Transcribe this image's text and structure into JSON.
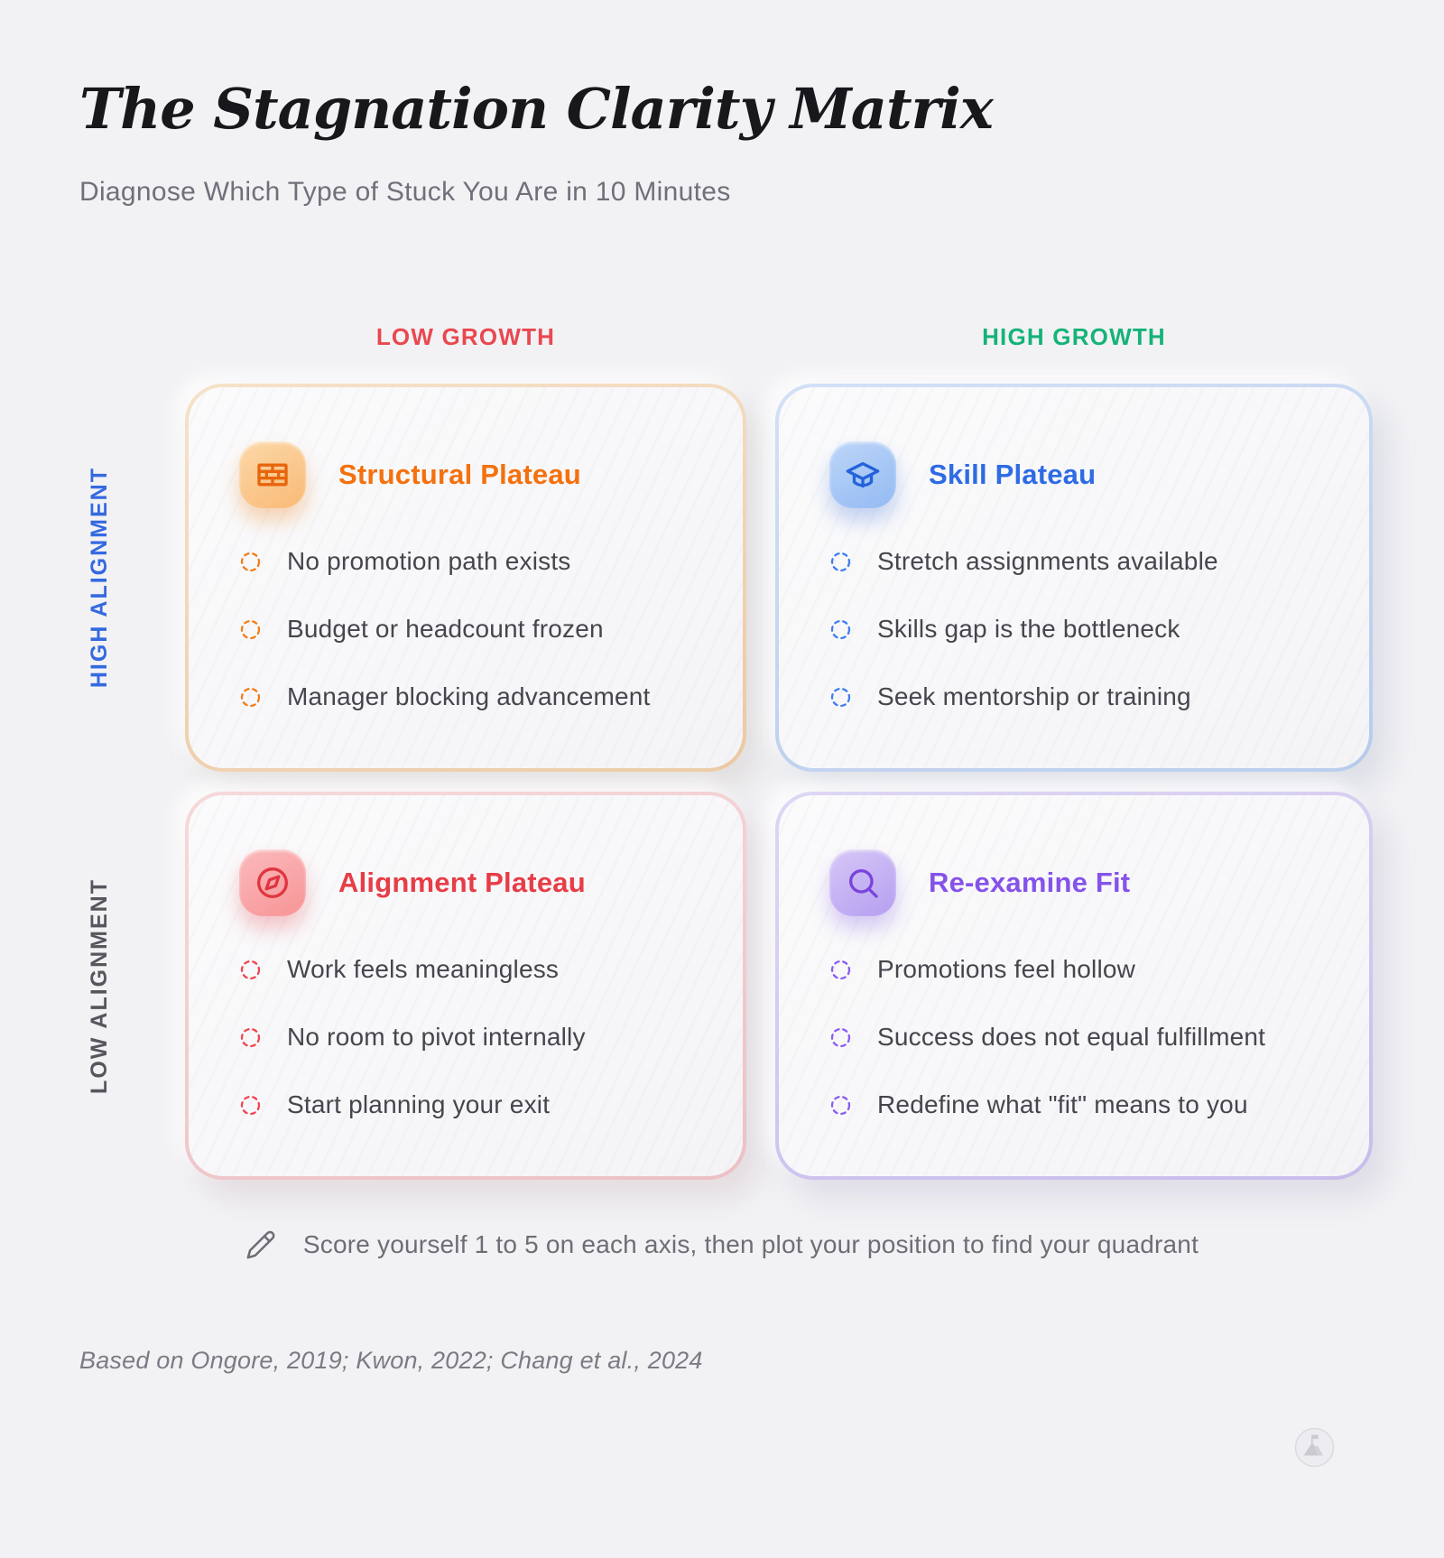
{
  "header": {
    "title": "The Stagnation Clarity Matrix",
    "subtitle": "Diagnose Which Type of Stuck You Are in 10 Minutes"
  },
  "axes": {
    "col_left": {
      "label": "LOW GROWTH",
      "color": "#e8494f"
    },
    "col_right": {
      "label": "HIGH GROWTH",
      "color": "#15b377"
    },
    "row_top": {
      "label": "HIGH ALIGNMENT",
      "color": "#3569e0"
    },
    "row_bottom": {
      "label": "LOW ALIGNMENT",
      "color": "#56565e"
    }
  },
  "quadrants": [
    {
      "title": "Structural Plateau",
      "icon": "brick-wall-icon",
      "accent": "#f4710d",
      "items": [
        "No promotion path exists",
        "Budget or headcount frozen",
        "Manager blocking advancement"
      ]
    },
    {
      "title": "Skill Plateau",
      "icon": "graduation-cap-icon",
      "accent": "#2e6be4",
      "items": [
        "Stretch assignments available",
        "Skills gap is the bottleneck",
        "Seek mentorship or training"
      ]
    },
    {
      "title": "Alignment Plateau",
      "icon": "compass-icon",
      "accent": "#e73d47",
      "items": [
        "Work feels meaningless",
        "No room to pivot internally",
        "Start planning your exit"
      ]
    },
    {
      "title": "Re-examine Fit",
      "icon": "search-icon",
      "accent": "#8552ea",
      "items": [
        "Promotions feel hollow",
        "Success does not equal fulfillment",
        "Redefine what \"fit\" means to you"
      ]
    }
  ],
  "note": {
    "icon": "pencil-icon",
    "text": "Score yourself 1 to 5 on each axis, then plot your position to find your quadrant"
  },
  "footer": {
    "citation": "Based on Ongore, 2019; Kwon, 2022; Chang et al., 2024"
  },
  "branding": {
    "logo": "mountain-flag-logo"
  },
  "colors": {
    "page_bg": "#f2f2f5",
    "title_text": "#17171c",
    "subtitle_text": "#70707a",
    "bullet_text": "#45454d",
    "note_text": "#6d6d76",
    "footer_text": "#7b7b84"
  }
}
